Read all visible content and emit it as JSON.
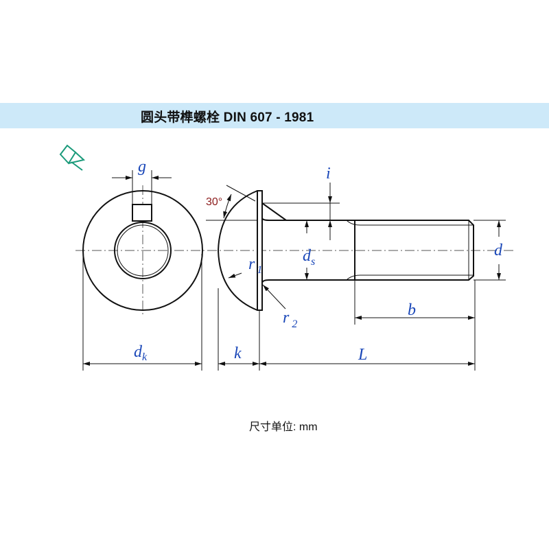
{
  "title": "圆头带榫螺栓 DIN 607 - 1981",
  "units": "尺寸单位: mm",
  "labels": {
    "g": "g",
    "i": "i",
    "angle": "30°",
    "r1": "r",
    "r1_sub": "1",
    "ds": "d",
    "ds_sub": "s",
    "d": "d",
    "r2": "r",
    "r2_sub": "2",
    "b": "b",
    "dk": "d",
    "dk_sub": "k",
    "k": "k",
    "L": "L"
  },
  "colors": {
    "band": "#cde9f9",
    "label": "#1a47b8",
    "angle": "#8b1a1a",
    "pin": "#1a9a7a"
  }
}
